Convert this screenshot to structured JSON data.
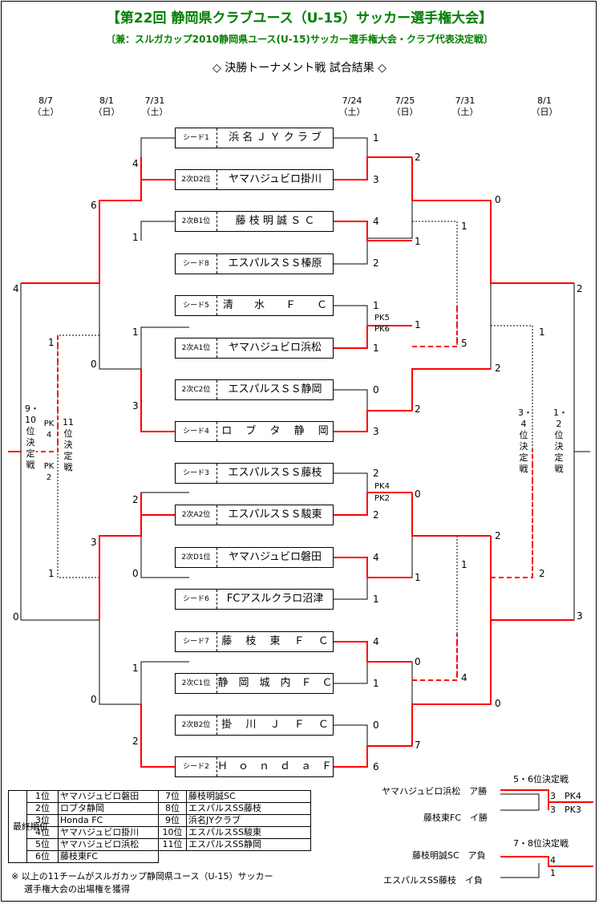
{
  "header": {
    "title": "【第22回 静岡県クラブユース（U-15）サッカー選手権大会】",
    "subtitle": "〔兼：スルガカップ2010静岡県ユース(U-15)サッカー選手権大会・クラブ代表決定戦〕",
    "section": "◇ 決勝トーナメント戦 試合結果 ◇"
  },
  "dates": {
    "d1": "8/7",
    "w1": "（土）",
    "d2": "8/1",
    "w2": "（日）",
    "d3": "7/31",
    "w3": "（土）",
    "d4": "7/24",
    "w4": "（土）",
    "d5": "7/25",
    "w5": "（日）",
    "d6": "7/31",
    "w6": "（土）",
    "d7": "8/1",
    "w7": "（日）"
  },
  "teams": [
    {
      "seed": "シード1",
      "name": "浜 名 Ｊ Ｙ ク ラ ブ"
    },
    {
      "seed": "2次D2位",
      "name": "ヤマハジュビロ掛川"
    },
    {
      "seed": "2次B1位",
      "name": "藤 枝 明 誠 Ｓ Ｃ"
    },
    {
      "seed": "シード8",
      "name": "エスパルスＳＳ榛原"
    },
    {
      "seed": "シード5",
      "name": "清　　水　　Ｆ　　Ｃ"
    },
    {
      "seed": "2次A1位",
      "name": "ヤマハジュビロ浜松"
    },
    {
      "seed": "2次C2位",
      "name": "エスパルスＳＳ静岡"
    },
    {
      "seed": "シード4",
      "name": "ロ　 ブ　 タ　 静　 岡"
    },
    {
      "seed": "シード3",
      "name": "エスパルスＳＳ藤枝"
    },
    {
      "seed": "2次A2位",
      "name": "エスパルスＳＳ駿東"
    },
    {
      "seed": "2次D1位",
      "name": "ヤマハジュビロ磐田"
    },
    {
      "seed": "シード6",
      "name": "FCアスルクラロ沼津"
    },
    {
      "seed": "シード7",
      "name": "藤　 枝　 東　 Ｆ　 Ｃ"
    },
    {
      "seed": "2次C1位",
      "name": "静　岡　城　内　Ｆ　Ｃ"
    },
    {
      "seed": "2次B2位",
      "name": "掛　 川　 Ｊ　 Ｆ　 Ｃ"
    },
    {
      "seed": "シード2",
      "name": "Ｈ　ｏ　ｎ　ｄ　ａ　Ｆ　Ｃ"
    }
  ],
  "scores": {
    "r1_1": "1",
    "r1_2": "3",
    "r1_3": "4",
    "r1_4": "2",
    "r1_5": "1",
    "r1_6": "1",
    "r1_7": "0",
    "r1_8": "3",
    "r1_9": "2",
    "r1_10": "2",
    "r1_11": "4",
    "r1_12": "1",
    "r1_13": "4",
    "r1_14": "1",
    "r1_15": "0",
    "r1_16": "6",
    "pk_5": "PK5",
    "pk_6": "PK6",
    "pk_9": "PK4",
    "pk_10": "PK2",
    "r2_a": "2",
    "r2_b": "1",
    "r2_c": "1",
    "r2_d": "2",
    "r2_e": "0",
    "r2_f": "1",
    "r2_g": "0",
    "r2_h": "7",
    "r3_a": "0",
    "r3_b": "2",
    "r3_c": "2",
    "r3_d": "0",
    "f_a": "2",
    "f_b": "3",
    "m34_a": "1",
    "m34_b": "2",
    "lb1_a": "1",
    "lb1_b": "5",
    "lb2_a": "1",
    "lb2_b": "4",
    "l2_1": "4",
    "l2_2": "1",
    "l2_3": "1",
    "l2_4": "3",
    "l2_5": "2",
    "l2_6": "0",
    "l2_7": "1",
    "l2_8": "2",
    "l3_1": "6",
    "l3_2": "0",
    "l3_3": "3",
    "l3_4": "0",
    "l4_1": "4",
    "l4_2": "0",
    "m1112_a": "1",
    "m1112_b": "1"
  },
  "labels": {
    "m910": "9・10位決定戦",
    "m910_pk_a": "PK 4",
    "m910_pk_b": "PK 2",
    "m1112": "11位決定戦",
    "m34": "3・4位決定戦",
    "m12": "1・2位決定戦"
  },
  "standings": {
    "header": "最終順位",
    "rows": [
      {
        "r1": "1位",
        "n1": "ヤマハジュビロ磐田",
        "r2": "7位",
        "n2": "藤枝明誠SC"
      },
      {
        "r1": "2位",
        "n1": "ロブタ静岡",
        "r2": "8位",
        "n2": "エスパルスSS藤枝"
      },
      {
        "r1": "3位",
        "n1": "Honda FC",
        "r2": "9位",
        "n2": "浜名JYクラブ"
      },
      {
        "r1": "4位",
        "n1": "ヤマハジュビロ掛川",
        "r2": "10位",
        "n2": "エスパルスSS駿東"
      },
      {
        "r1": "5位",
        "n1": "ヤマハジュビロ浜松",
        "r2": "11位",
        "n2": "エスパルスSS静岡"
      },
      {
        "r1": "6位",
        "n1": "藤枝東FC",
        "r2": "",
        "n2": ""
      }
    ],
    "note1": "※ 以上の11チームがスルガカップ静岡県ユース（U-15）サッカー",
    "note2": "選手権大会の出場権を獲得"
  },
  "placement": {
    "p56_title": "5・6位決定戦",
    "p56_t1": "ヤマハジュビロ浜松　ア勝",
    "p56_t2": "藤枝東FC　イ勝",
    "p56_s1": "3",
    "p56_pk1": "PK4",
    "p56_s2": "3",
    "p56_pk2": "PK3",
    "p78_title": "7・8位決定戦",
    "p78_t1": "藤枝明誠SC　ア負",
    "p78_t2": "エスパルスSS藤枝　イ負",
    "p78_s1": "4",
    "p78_s2": "1"
  },
  "colors": {
    "winner_line": "#ff0000",
    "title_green": "#008000"
  }
}
